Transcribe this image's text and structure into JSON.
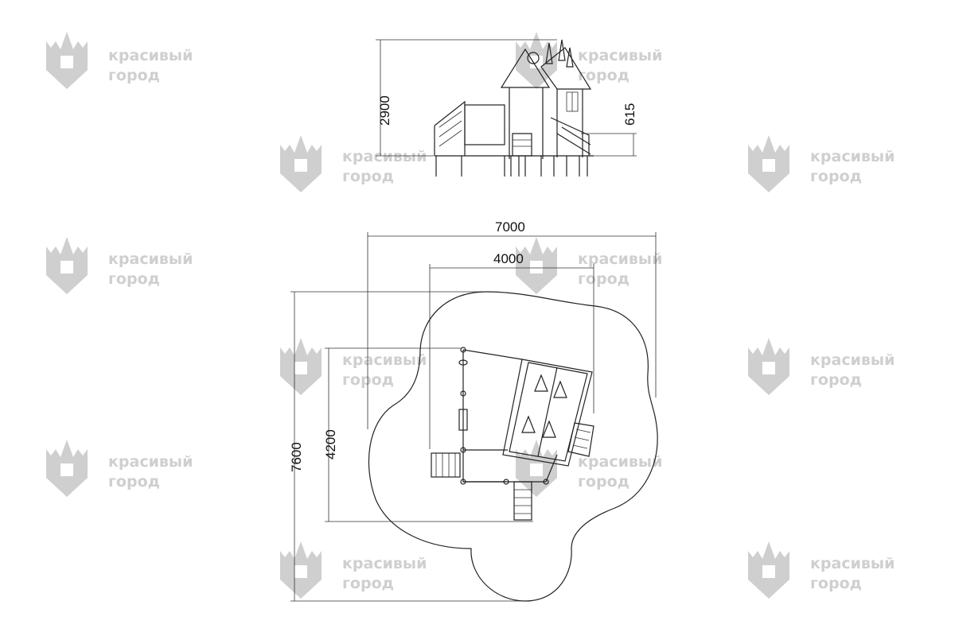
{
  "watermark": {
    "line1": "красивый",
    "line2": "город",
    "color": "#cfcfcf"
  },
  "dimensions": {
    "elevation_height": "2900",
    "platform_height": "615",
    "overall_width": "7000",
    "equipment_width": "4000",
    "overall_depth": "7600",
    "equipment_depth": "4200"
  }
}
